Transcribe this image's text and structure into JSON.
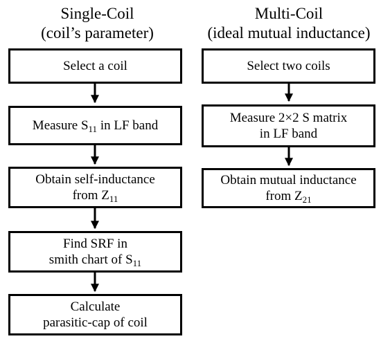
{
  "single": {
    "title_line1": "Single-Coil",
    "title_line2": "(coil’s parameter)",
    "steps": [
      {
        "l1_text": "Select a coil"
      },
      {
        "l1_text": "Measure S",
        "l1_sub": "11",
        "l1_post": " in LF band"
      },
      {
        "l1_text": "Obtain self-inductance",
        "l2_text": "from Z",
        "l2_sub": "11"
      },
      {
        "l1_text": "Find SRF in",
        "l2_text": "smith chart of S",
        "l2_sub": "11"
      },
      {
        "l1_text": "Calculate",
        "l2_text": "parasitic-cap of coil"
      }
    ]
  },
  "multi": {
    "title_line1": "Multi-Coil",
    "title_line2": "(ideal mutual inductance)",
    "steps": [
      {
        "l1_text": "Select two coils"
      },
      {
        "l1_text": "Measure 2×2 S matrix",
        "l2_text": "in LF band"
      },
      {
        "l1_text": "Obtain mutual inductance",
        "l2_text": "from Z",
        "l2_sub": "21"
      }
    ]
  }
}
